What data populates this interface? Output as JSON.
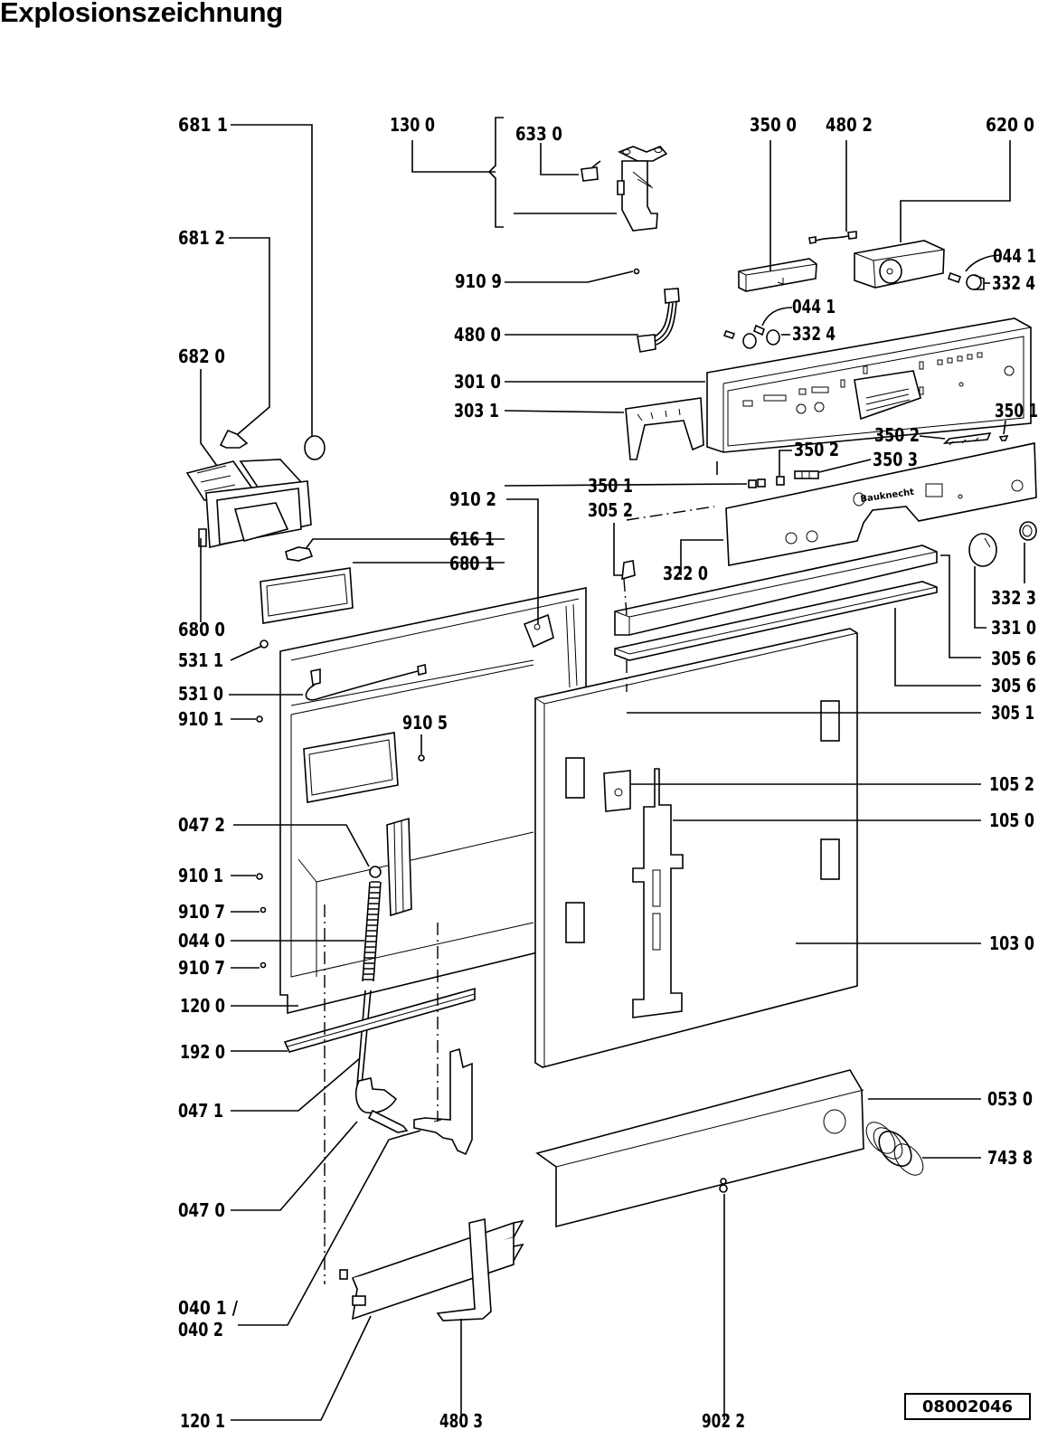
{
  "page": {
    "title": "Explosionszeichnung",
    "document_number": "08002046"
  },
  "labels": {
    "l6811": "681 1",
    "l6812": "681 2",
    "l6820": "682 0",
    "l1300": "130 0",
    "l6330": "633 0",
    "l9109": "910 9",
    "l4800": "480 0",
    "l3500": "350 0",
    "l4802": "480 2",
    "l6200": "620 0",
    "l0441a": "044 1",
    "l3324a": "332 4",
    "l0441b": "044 1",
    "l3324b": "332 4",
    "l3010": "301 0",
    "l3031": "303 1",
    "l3501a": "350 1",
    "l3502a": "350 2",
    "l3502b": "350 2",
    "l3503": "350 3",
    "l3501b": "350 1",
    "l9102": "910 2",
    "l3052": "305 2",
    "l6161": "616 1",
    "l6801": "680 1",
    "l3220": "322 0",
    "l3323": "332 3",
    "l3310": "331 0",
    "l6800": "680 0",
    "l5311": "531 1",
    "l5310": "531 0",
    "l9101a": "910 1",
    "l9105": "910 5",
    "l3056a": "305 6",
    "l3056b": "305 6",
    "l3051": "305 1",
    "l1052": "105 2",
    "l1050": "105 0",
    "l0472": "047 2",
    "l9101b": "910 1",
    "l9107a": "910 7",
    "l0440": "044 0",
    "l9107b": "910 7",
    "l1030": "103 0",
    "l1200": "120 0",
    "l1920": "192 0",
    "l0530": "053 0",
    "l0471": "047 1",
    "l7438": "743 8",
    "l0470": "047 0",
    "l0401": "040 1 /",
    "l0402": "040 2",
    "l1201": "120 1",
    "l4803": "480 3",
    "l9022": "902 2"
  },
  "brand": {
    "panel_logo": "Bauknecht"
  }
}
